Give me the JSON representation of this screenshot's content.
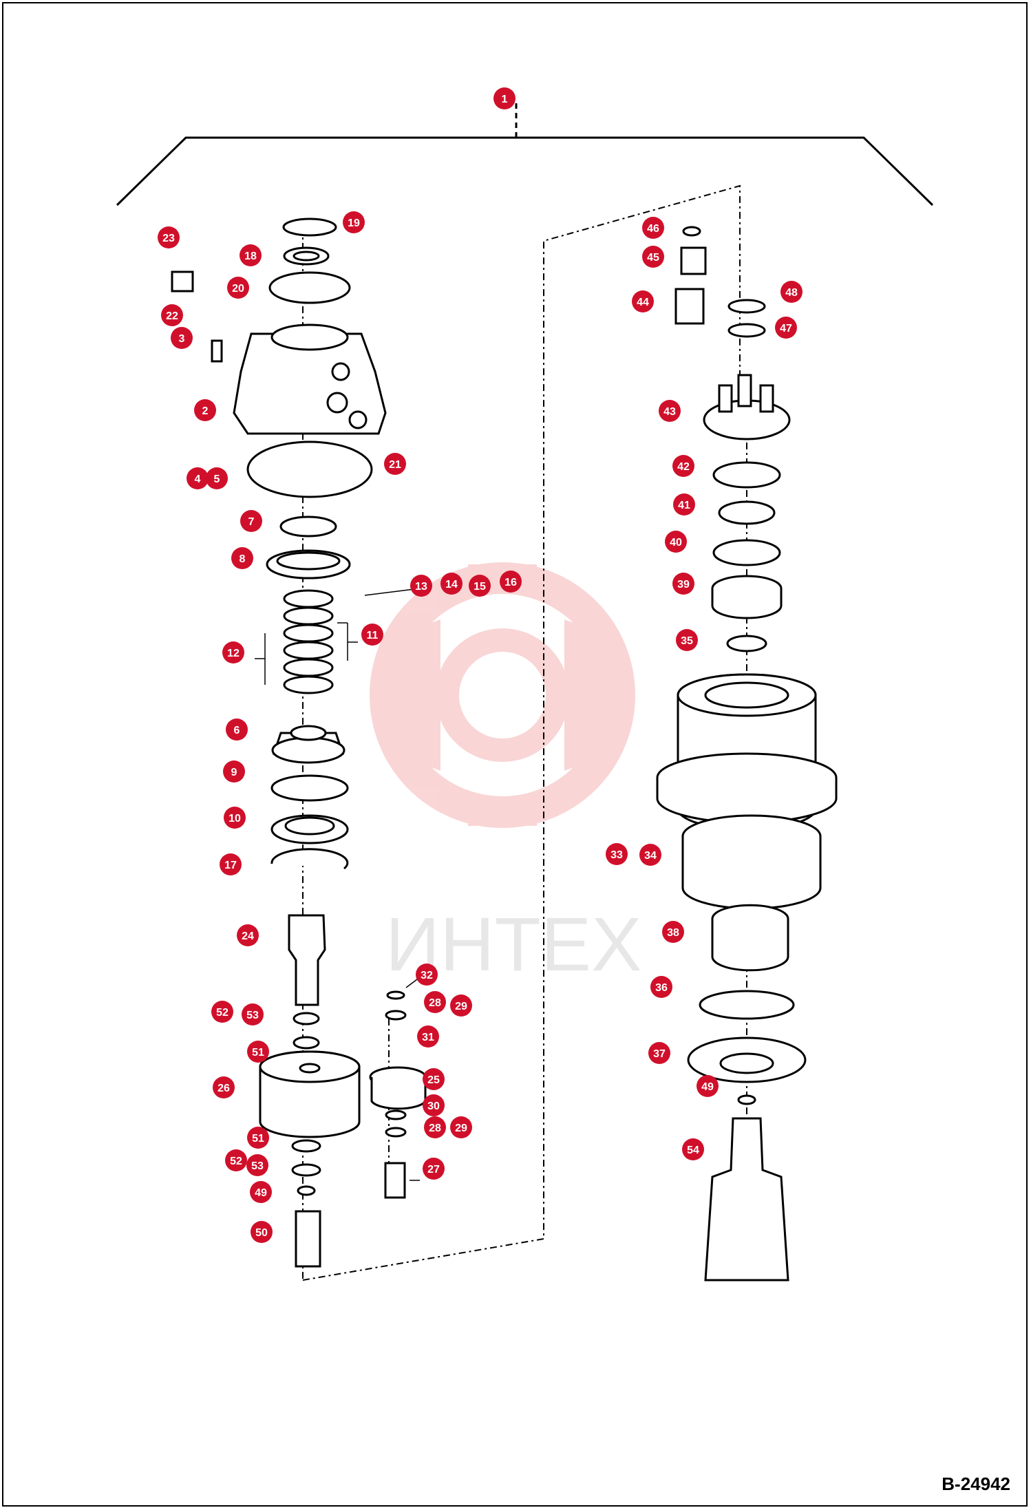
{
  "document_code": "B-24942",
  "watermark": {
    "text": "ИНТЕХ",
    "color": "#f08a8a"
  },
  "colors": {
    "callout": "#d0102b",
    "line": "#000000"
  },
  "callouts": [
    "1",
    "2",
    "3",
    "4",
    "5",
    "6",
    "7",
    "8",
    "9",
    "10",
    "11",
    "12",
    "13",
    "14",
    "15",
    "16",
    "17",
    "18",
    "19",
    "20",
    "21",
    "22",
    "23",
    "24",
    "25",
    "26",
    "27",
    "28",
    "28",
    "29",
    "29",
    "30",
    "31",
    "32",
    "33",
    "34",
    "35",
    "36",
    "37",
    "38",
    "39",
    "40",
    "41",
    "42",
    "43",
    "44",
    "45",
    "46",
    "47",
    "48",
    "49",
    "49",
    "50",
    "51",
    "51",
    "52",
    "52",
    "53",
    "53",
    "54"
  ]
}
